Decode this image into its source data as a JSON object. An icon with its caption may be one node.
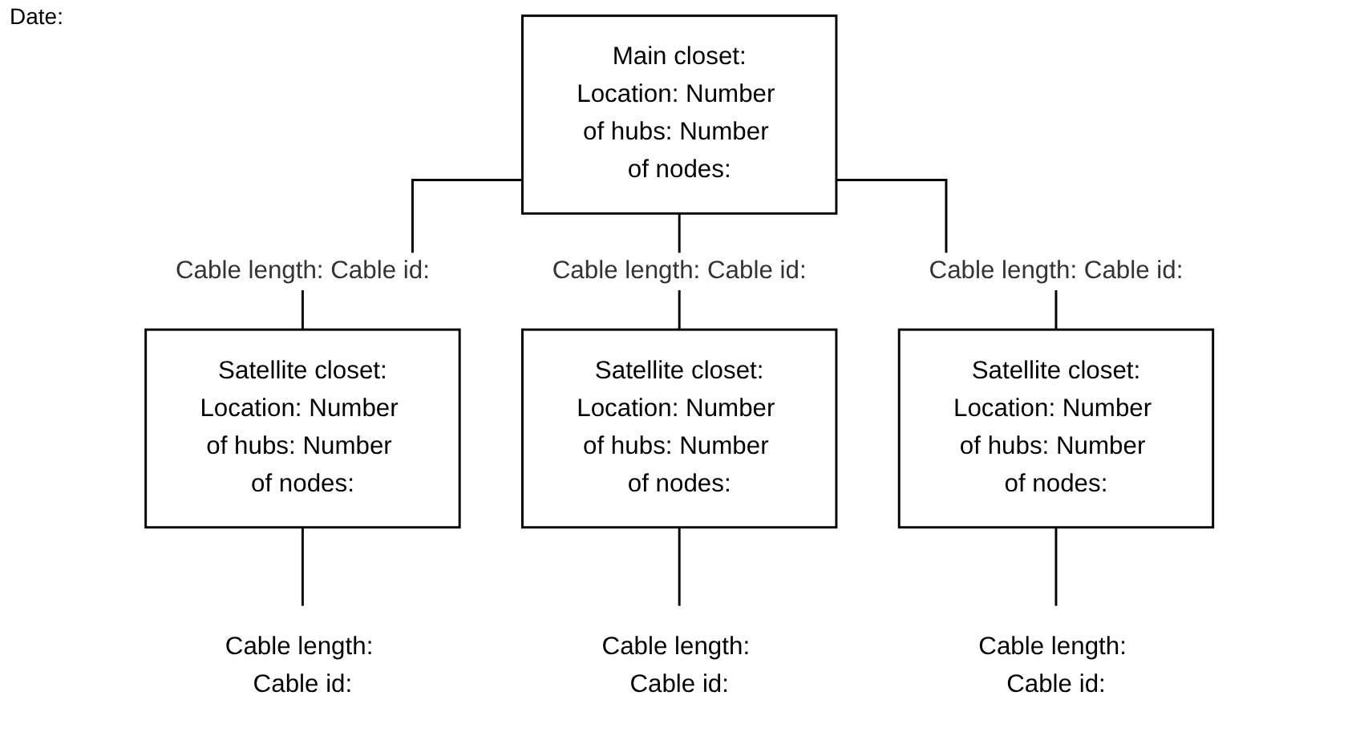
{
  "diagram": {
    "nodes": [
      {
        "text": [
          "Main closet:",
          "Location: Number of hubs: Number of nodes:"
        ]
      },
      {
        "text": [
          "Satellite closet:",
          "Location: Number of hubs: Number of nodes:"
        ]
      },
      {
        "text": [
          "Satellite closet:",
          "Location: Number of hubs: Number of nodes:"
        ]
      },
      {
        "text": [
          "Satellite closet:",
          "Location: Number of hubs: Number of nodes:"
        ]
      },
      {
        "text": [
          "Cable length: Cable id:"
        ]
      },
      {
        "text": [
          "Cable length: Cable id:"
        ]
      },
      {
        "text": [
          "Cable length: Cable id:"
        ]
      }
    ],
    "edges": [
      {
        "from": 0,
        "to": 1,
        "arrow": "none",
        "label": "Cable length: Cable id:"
      },
      {
        "from": 0,
        "to": 2,
        "arrow": "none",
        "label": "Cable length: Cable id:"
      },
      {
        "from": 0,
        "to": 3,
        "arrow": "none",
        "label": "Cable length: Cable id:"
      },
      {
        "from": 1,
        "to": 4,
        "arrow": "none"
      },
      {
        "from": 2,
        "to": 5,
        "arrow": "none"
      },
      {
        "from": 3,
        "to": 6,
        "arrow": "none"
      }
    ],
    "labels": [
      "Date:"
    ]
  }
}
